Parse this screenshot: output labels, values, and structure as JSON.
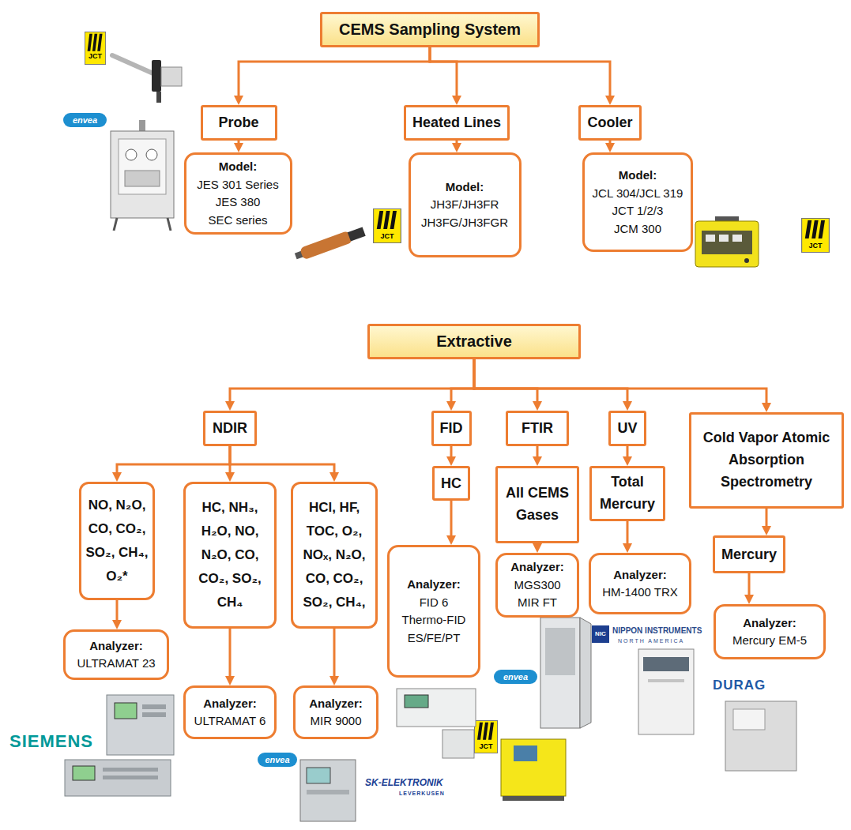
{
  "diagram": {
    "nodes": [
      {
        "text": [
          "CEMS Sampling System"
        ]
      },
      {
        "text": [
          "Probe"
        ]
      },
      {
        "text": [
          "Heated Lines"
        ]
      },
      {
        "text": [
          "Cooler"
        ]
      },
      {
        "text": [
          "Model:",
          "JES 301 Series",
          "JES 380",
          "SEC series"
        ]
      },
      {
        "text": [
          "Model:",
          "JH3F/JH3FR",
          "JH3FG/JH3FGR"
        ]
      },
      {
        "text": [
          "Model:",
          "JCL 304/JCL 319",
          "JCT 1/2/3",
          "JCM 300"
        ]
      },
      {
        "text": [
          "Extractive"
        ]
      },
      {
        "text": [
          "NDIR"
        ]
      },
      {
        "text": [
          "FID"
        ]
      },
      {
        "text": [
          "FTIR"
        ]
      },
      {
        "text": [
          "UV"
        ]
      },
      {
        "text": [
          "Cold Vapor Atomic Absorption Spectrometry"
        ]
      },
      {
        "text": [
          "NO, N₂O, CO, CO₂, SO₂, CH₄, O₂*"
        ]
      },
      {
        "text": [
          "HC, NH₃, H₂O, NO, N₂O, CO, CO₂, SO₂, CH₄"
        ]
      },
      {
        "text": [
          "HCl, HF, TOC, O₂, NOₓ, N₂O, CO, CO₂, SO₂, CH₄,"
        ]
      },
      {
        "text": [
          "HC"
        ]
      },
      {
        "text": [
          "All CEMS Gases"
        ]
      },
      {
        "text": [
          "Total Mercury"
        ]
      },
      {
        "text": [
          "Mercury"
        ]
      },
      {
        "text": [
          "Analyzer:",
          "ULTRAMAT 23"
        ]
      },
      {
        "text": [
          "Analyzer:",
          "ULTRAMAT 6"
        ]
      },
      {
        "text": [
          "Analyzer:",
          "MIR 9000"
        ]
      },
      {
        "text": [
          "Analyzer:",
          "FID 6",
          "Thermo-FID",
          "ES/FE/PT"
        ]
      },
      {
        "text": [
          "Analyzer:",
          "MGS300",
          "MIR FT"
        ]
      },
      {
        "text": [
          "Analyzer:",
          "HM-1400 TRX"
        ]
      },
      {
        "text": [
          "Analyzer:",
          "Mercury EM-5"
        ]
      }
    ],
    "edges": [
      {
        "from": 0,
        "to": 1,
        "arrow": "to"
      },
      {
        "from": 0,
        "to": 2,
        "arrow": "to"
      },
      {
        "from": 0,
        "to": 3,
        "arrow": "to"
      },
      {
        "from": 1,
        "to": 4,
        "arrow": "to"
      },
      {
        "from": 2,
        "to": 5,
        "arrow": "to"
      },
      {
        "from": 3,
        "to": 6,
        "arrow": "to"
      },
      {
        "from": 7,
        "to": 8,
        "arrow": "to"
      },
      {
        "from": 7,
        "to": 9,
        "arrow": "to"
      },
      {
        "from": 7,
        "to": 10,
        "arrow": "to"
      },
      {
        "from": 7,
        "to": 11,
        "arrow": "to"
      },
      {
        "from": 7,
        "to": 12,
        "arrow": "to"
      },
      {
        "from": 8,
        "to": 13,
        "arrow": "to"
      },
      {
        "from": 8,
        "to": 14,
        "arrow": "to"
      },
      {
        "from": 8,
        "to": 15,
        "arrow": "to"
      },
      {
        "from": 9,
        "to": 16,
        "arrow": "to"
      },
      {
        "from": 10,
        "to": 17,
        "arrow": "to"
      },
      {
        "from": 11,
        "to": 18,
        "arrow": "to"
      },
      {
        "from": 12,
        "to": 19,
        "arrow": "to"
      },
      {
        "from": 13,
        "to": 20,
        "arrow": "to"
      },
      {
        "from": 14,
        "to": 21,
        "arrow": "to"
      },
      {
        "from": 15,
        "to": 22,
        "arrow": "to"
      },
      {
        "from": 16,
        "to": 23,
        "arrow": "to"
      },
      {
        "from": 17,
        "to": 24,
        "arrow": "to"
      },
      {
        "from": 18,
        "to": 25,
        "arrow": "to"
      },
      {
        "from": 19,
        "to": 26,
        "arrow": "to"
      }
    ],
    "labels": [
      "JCT",
      "envea",
      "JCT",
      "JCT",
      "SIEMENS",
      "envea",
      "SK-ELEKTRONIK",
      "LEVERKUSEN",
      "envea",
      "JCT",
      "NIC",
      "NIPPON INSTRUMENTS",
      "NORTH AMERICA",
      "DURAG"
    ]
  }
}
